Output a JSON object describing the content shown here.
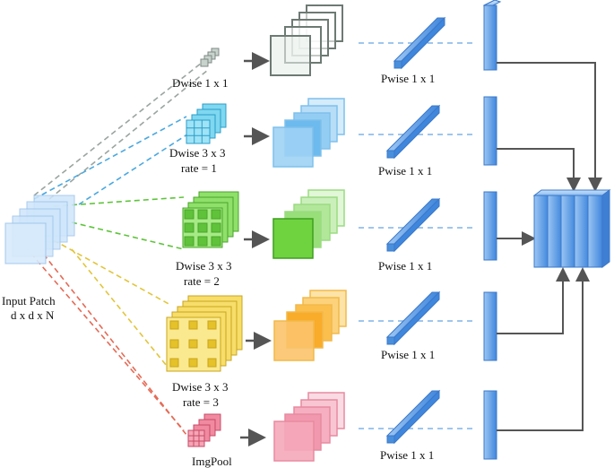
{
  "input": {
    "label_line1": "Input Patch",
    "label_line2": "d x d x N"
  },
  "branches": [
    {
      "kernel_line1": "Dwise 1 x 1",
      "kernel_line2": "",
      "pointwise": "Pwise 1 x 1",
      "color": "#9aa5a0"
    },
    {
      "kernel_line1": "Dwise 3 x 3",
      "kernel_line2": "rate = 1",
      "pointwise": "Pwise 1 x 1",
      "color": "#4aa8e0"
    },
    {
      "kernel_line1": "Dwise 3 x 3",
      "kernel_line2": "rate = 2",
      "pointwise": "Pwise 1 x 1",
      "color": "#5dc43a"
    },
    {
      "kernel_line1": "Dwise 3 x 3",
      "kernel_line2": "rate = 3",
      "pointwise": "Pwise 1 x 1",
      "color": "#f2b81c"
    },
    {
      "kernel_line1": "ImgPool",
      "kernel_line2": "",
      "pointwise": "Pwise 1 x 1",
      "color": "#e8607e"
    }
  ],
  "colors": {
    "blue_block": "#5a9ee8",
    "arrow": "#555555"
  }
}
